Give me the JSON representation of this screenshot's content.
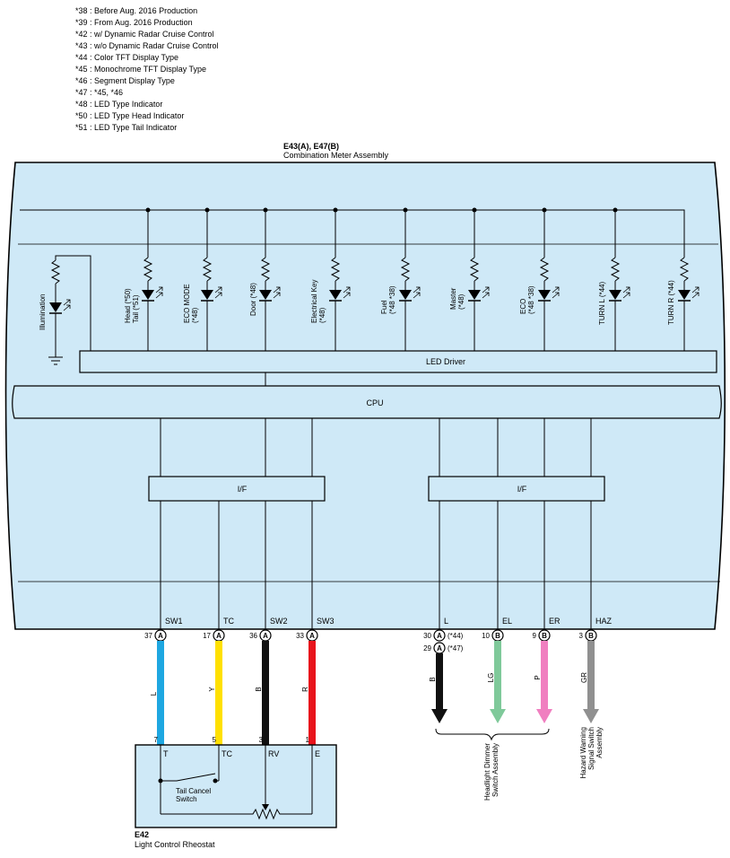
{
  "notes": [
    "*38 : Before Aug.  2016 Production",
    "*39 : From Aug.  2016 Production",
    "*42 : w/ Dynamic Radar Cruise Control",
    "*43 : w/o Dynamic Radar Cruise Control",
    "*44 : Color TFT Display Type",
    "*45 : Monochrome TFT Display Type",
    "*46 : Segment Display Type",
    "*47 : *45,  *46",
    "*48 : LED Type Indicator",
    "*50 : LED Type Head Indicator",
    "*51 : LED Type Tail Indicator"
  ],
  "meter": {
    "code": "E43(A), E47(B)",
    "name": "Combination Meter Assembly",
    "led_driver": "LED Driver",
    "cpu": "CPU",
    "if_left": "I/F",
    "if_right": "I/F",
    "illumination": "Illumination",
    "indicators": [
      {
        "line1": "Head (*50)",
        "line2": "Tail (*51)"
      },
      {
        "line1": "ECO MODE",
        "line2": "(*48)"
      },
      {
        "line1": "Door (*48)",
        "line2": ""
      },
      {
        "line1": "Electrical Key",
        "line2": "(*48)"
      },
      {
        "line1": "Fuel",
        "line2": "(*48 *38)"
      },
      {
        "line1": "Master",
        "line2": "(*48)"
      },
      {
        "line1": "ECO",
        "line2": "(*48 *38)"
      },
      {
        "line1": "TURN L (*44)",
        "line2": ""
      },
      {
        "line1": "TURN R (*44)",
        "line2": ""
      }
    ]
  },
  "terminals": [
    {
      "name": "SW1",
      "pin": "37",
      "conn": "A",
      "wire": "L",
      "color": "#1ea7e1"
    },
    {
      "name": "TC",
      "pin": "17",
      "conn": "A",
      "wire": "Y",
      "color": "#ffe000"
    },
    {
      "name": "SW2",
      "pin": "36",
      "conn": "A",
      "wire": "B",
      "color": "#111111"
    },
    {
      "name": "SW3",
      "pin": "33",
      "conn": "A",
      "wire": "R",
      "color": "#e8141c"
    },
    {
      "name": "L",
      "pin": "30",
      "conn": "A",
      "pin_alt": "29",
      "conn_alt": "A",
      "note": "(*44)",
      "note_alt": "(*47)",
      "wire": "B",
      "color": "#111111"
    },
    {
      "name": "EL",
      "pin": "10",
      "conn": "B",
      "wire": "LG",
      "color": "#7fc99a"
    },
    {
      "name": "ER",
      "pin": "9",
      "conn": "B",
      "wire": "P",
      "color": "#f07fc0"
    },
    {
      "name": "HAZ",
      "pin": "3",
      "conn": "B",
      "wire": "GR",
      "color": "#909090"
    }
  ],
  "rheostat": {
    "code": "E42",
    "name": "Light Control Rheostat",
    "pins": [
      {
        "pin": "7",
        "name": "T"
      },
      {
        "pin": "5",
        "name": "TC"
      },
      {
        "pin": "3",
        "name": "RV"
      },
      {
        "pin": "1",
        "name": "E"
      }
    ],
    "switch_line1": "Tail Cancel",
    "switch_line2": "Switch"
  },
  "destinations": {
    "headlight_line1": "Headlight Dimmer",
    "headlight_line2": "Switch Assembly",
    "hazard_line1": "Hazard Warning",
    "hazard_line2": "Signal Switch",
    "hazard_line3": "Assembly"
  },
  "colors": {
    "panel": "#cfe9f7",
    "line": "#000000"
  }
}
